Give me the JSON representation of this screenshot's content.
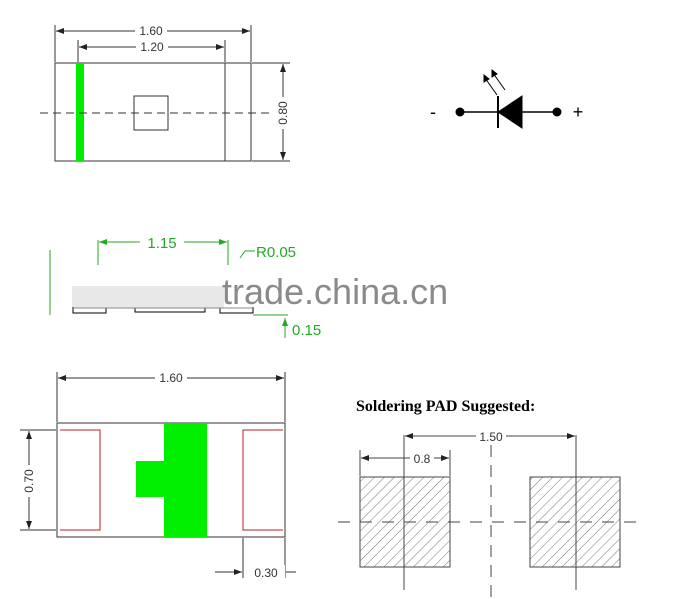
{
  "top_view": {
    "length": "1.60",
    "inner_length": "1.20",
    "width": "0.80"
  },
  "symbol": {
    "minus": "-",
    "plus": "+"
  },
  "side_view": {
    "length": "1.15",
    "radius": "R0.05",
    "height": "0.15"
  },
  "watermark": "trade.china.cn",
  "bottom_view": {
    "length": "1.60",
    "width": "0.70",
    "pad": "0.30"
  },
  "pad": {
    "title": "Soldering PAD Suggested:",
    "pitch": "1.50",
    "pad_width": "0.8"
  },
  "colors": {
    "green": "#00ee00",
    "line": "#333333",
    "red": "#b02020"
  }
}
